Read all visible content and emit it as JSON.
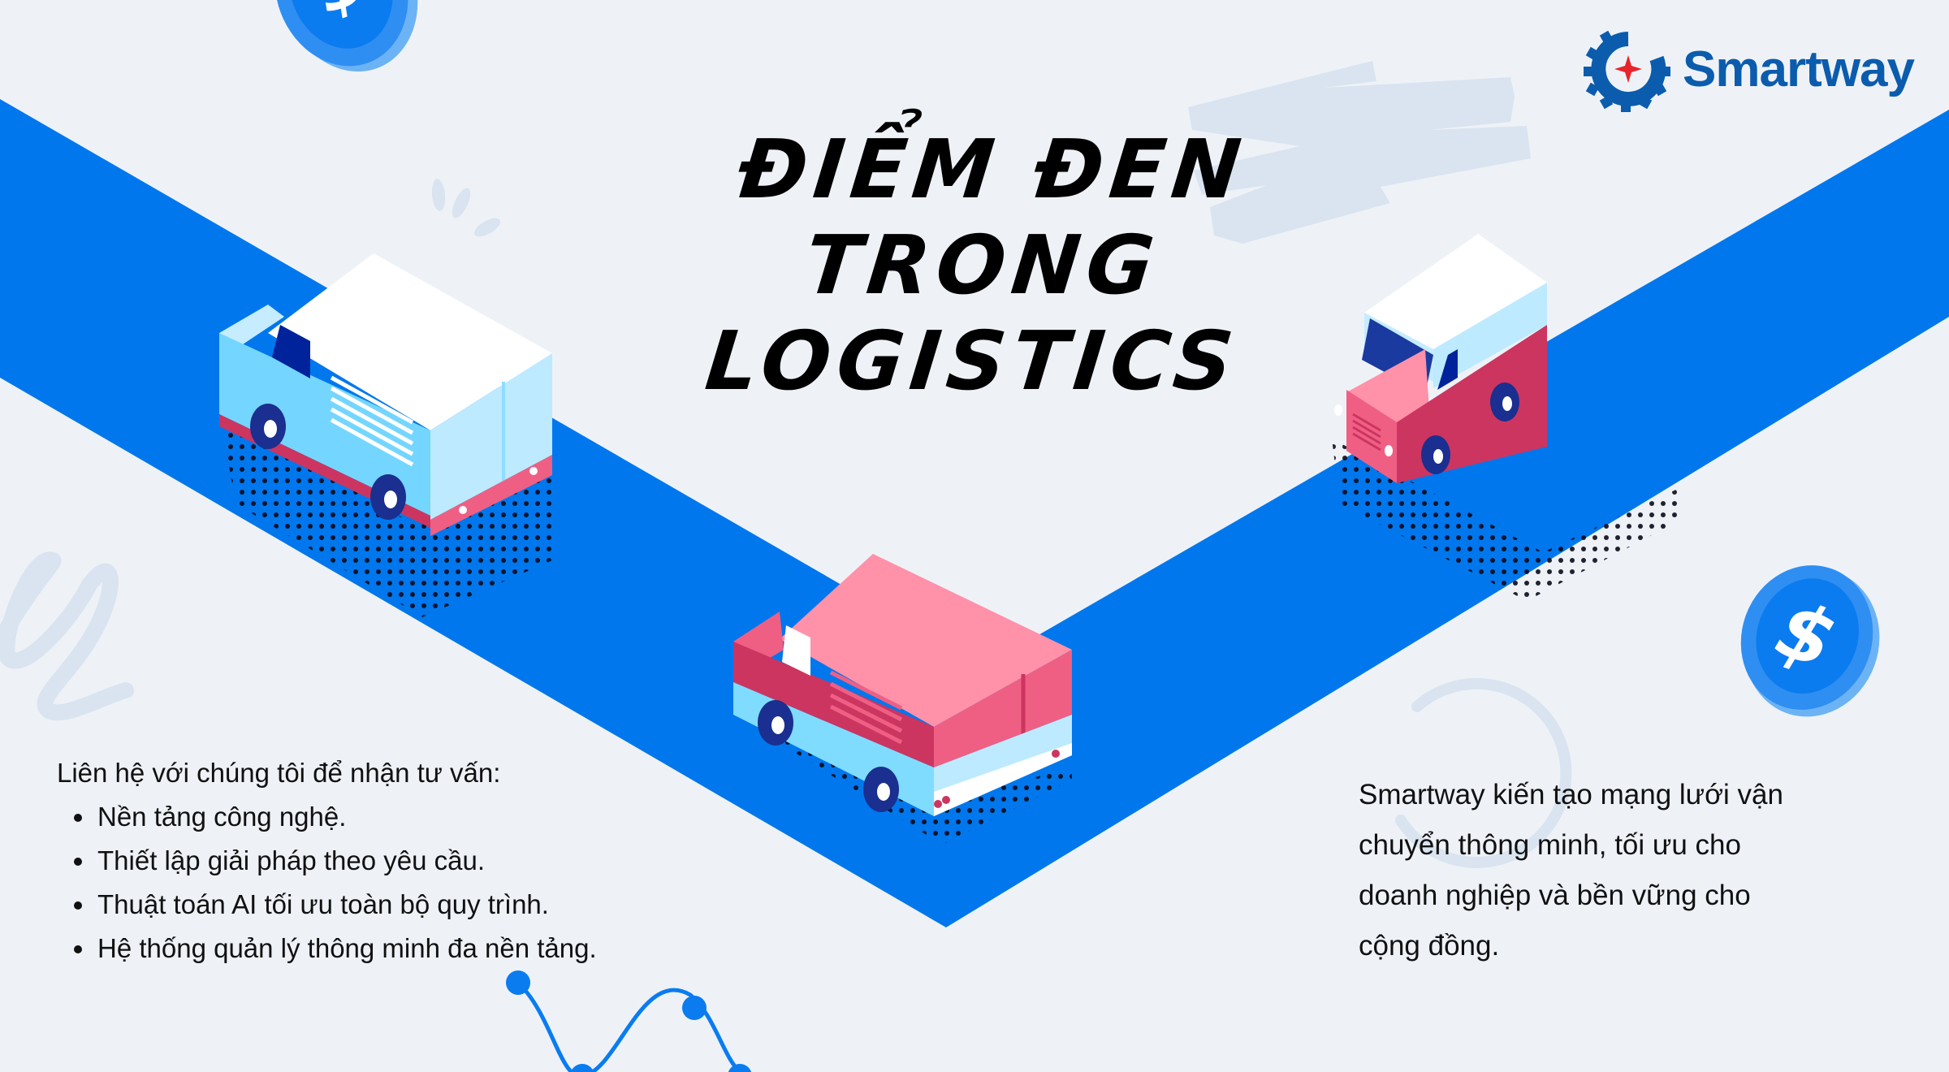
{
  "brand": {
    "name": "Smartway",
    "colors": {
      "primary_blue": "#0077ed",
      "logo_blue": "#0b5cad",
      "logo_star": "#e8242b",
      "background": "#eef2f7",
      "decor": "#d9e4f0",
      "truck_pink": "#f28aa6",
      "truck_red": "#cc3560",
      "truck_lightblue": "#7fdcff"
    }
  },
  "title": {
    "line1": "ĐIỂM ĐEN",
    "line2": "TRONG",
    "line3": "LOGISTICS"
  },
  "contact": {
    "heading": "Liên hệ với chúng tôi để nhận tư vấn:",
    "items": [
      "Nền tảng công nghệ.",
      "Thiết lập giải pháp theo yêu cầu.",
      "Thuật toán AI tối ưu toàn bộ quy trình.",
      "Hệ thống quản lý thông minh đa nền tảng."
    ]
  },
  "description": {
    "text": "Smartway kiến tạo mạng lưới vận chuyển thông minh, tối ưu cho doanh nghiệp và bền vững cho cộng đồng."
  },
  "icons": {
    "coin": "$"
  }
}
